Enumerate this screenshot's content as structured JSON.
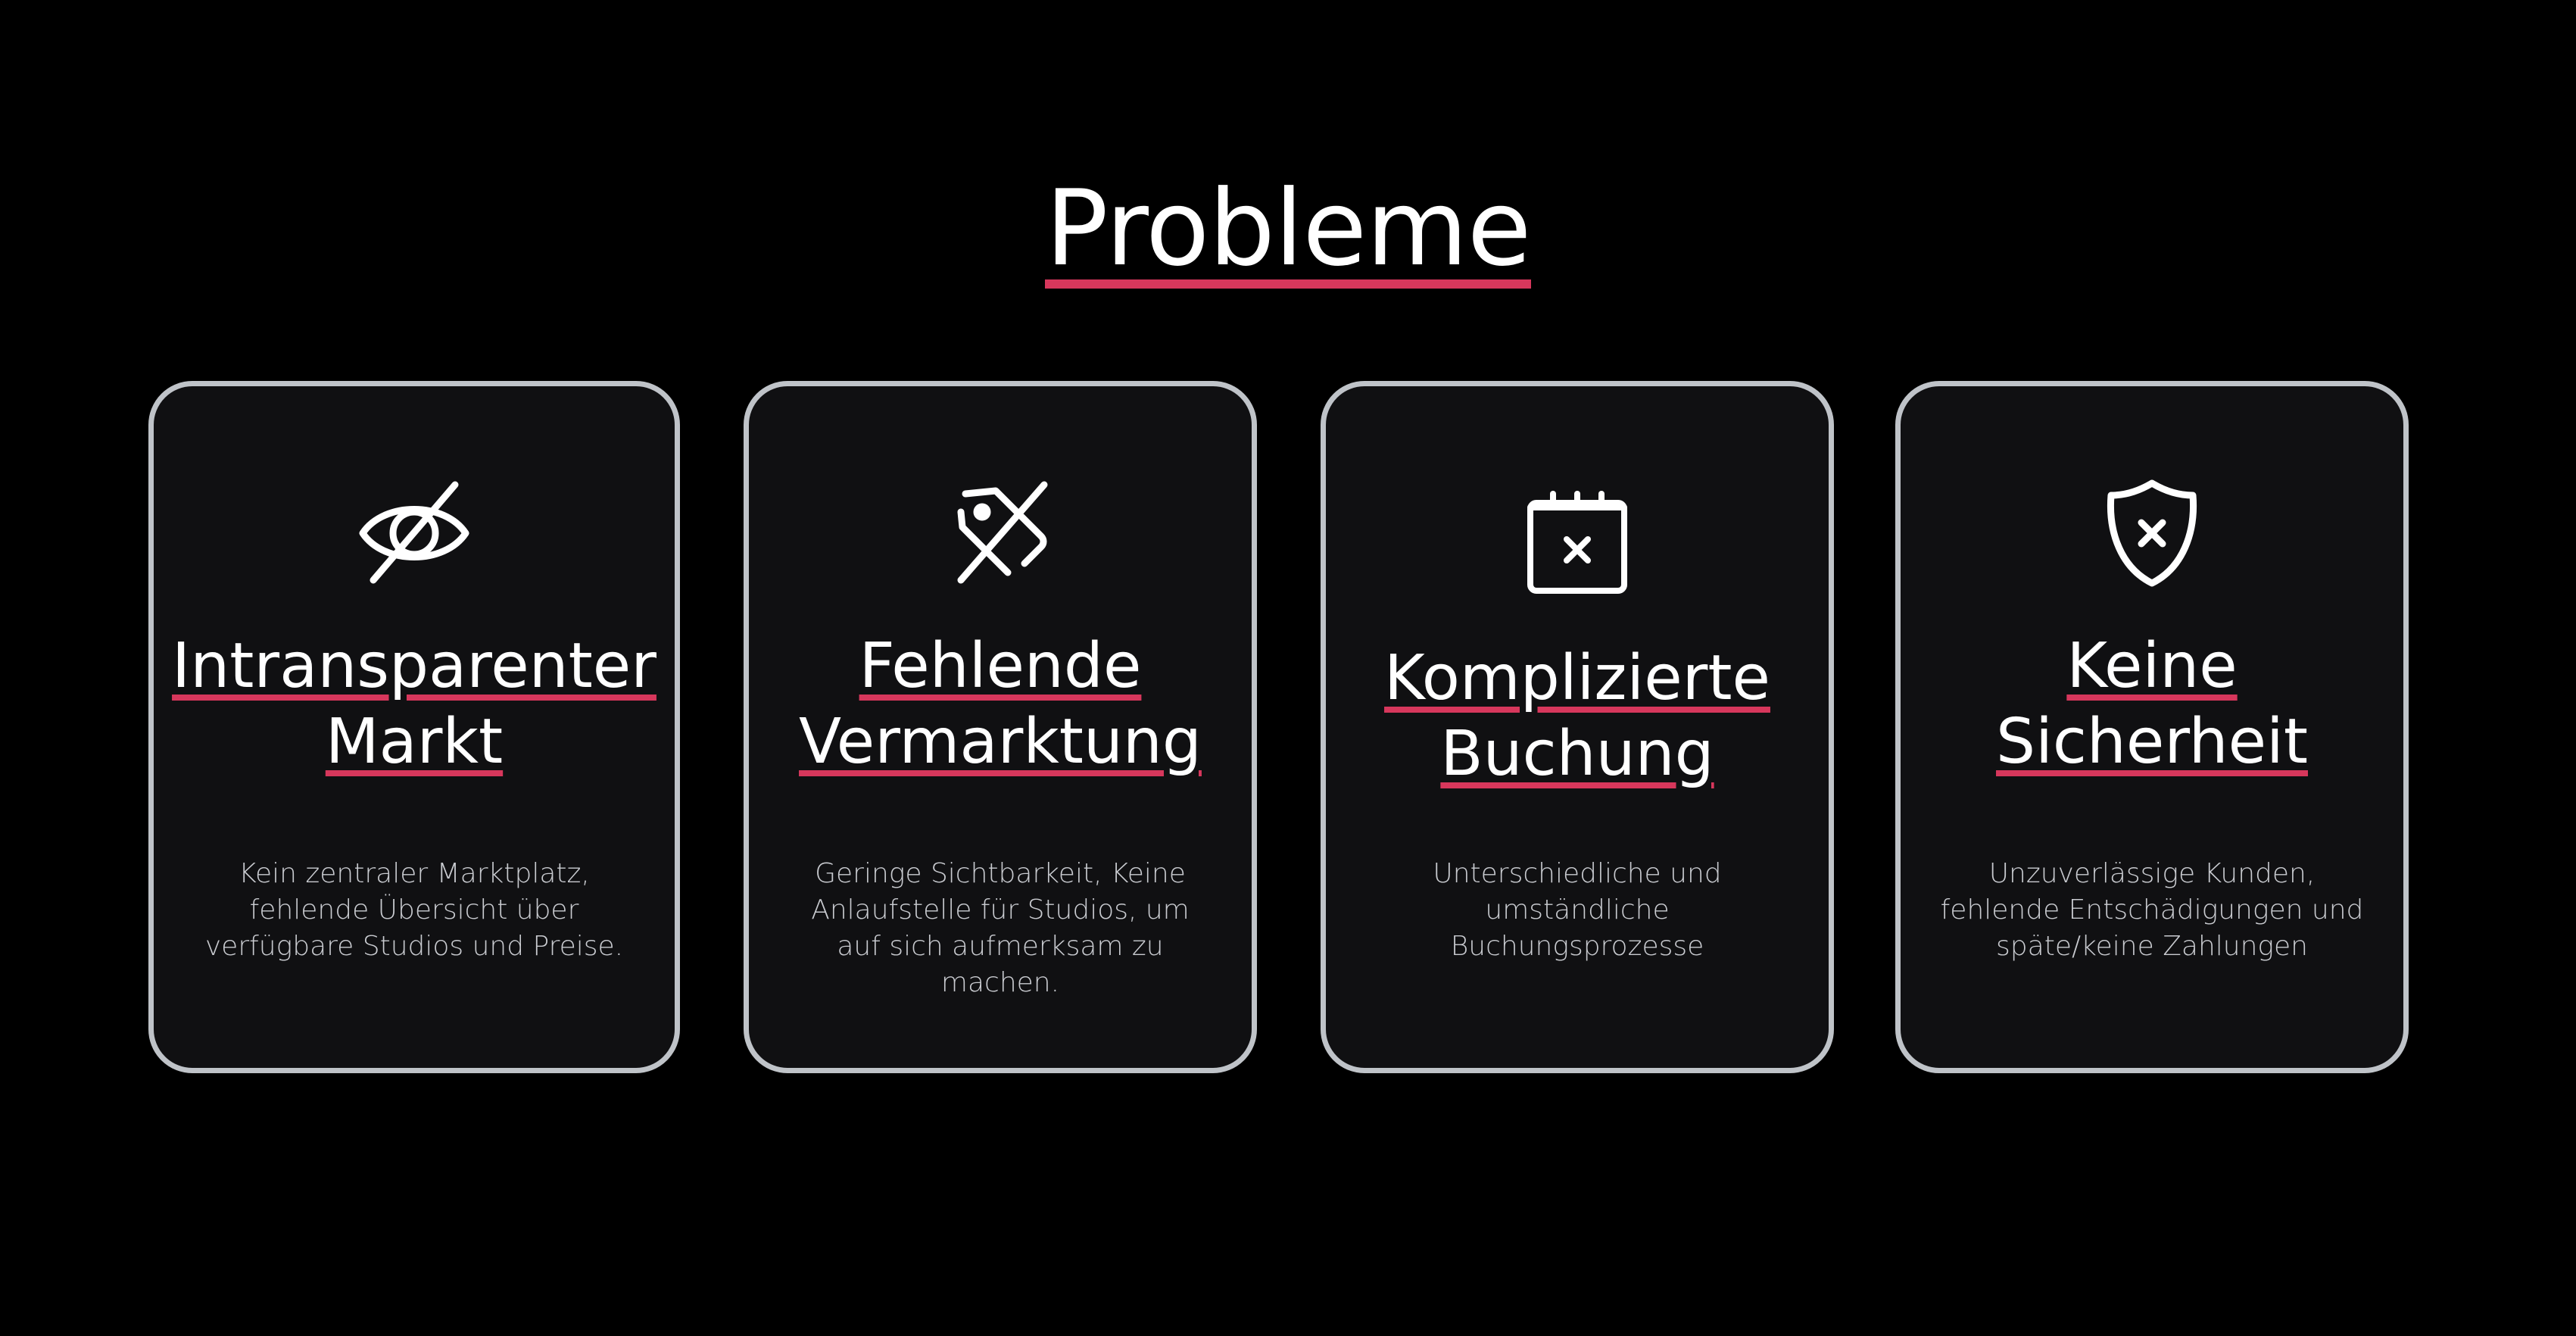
{
  "title": "Probleme",
  "colors": {
    "background": "#000000",
    "card_background": "#101012",
    "card_border": "#bfc3c8",
    "accent_underline": "#d7375c",
    "text": "#ffffff",
    "muted_text": "#c9cbd0"
  },
  "cards": [
    {
      "icon": "eye-off-icon",
      "title_line1": "Intransparenter",
      "title_line2": "Markt",
      "text": "Kein zentraler Marktplatz, fehlende Übersicht über verfügbare Studios und Preise."
    },
    {
      "icon": "tag-off-icon",
      "title_line1": "Fehlende",
      "title_line2": "Vermarktung",
      "text": "Geringe Sichtbarkeit, Keine Anlaufstelle für Studios, um auf sich aufmerksam zu machen."
    },
    {
      "icon": "calendar-x-icon",
      "title_line1": "Komplizierte",
      "title_line2": "Buchung",
      "text": "Unterschiedliche und umständliche Buchungsprozesse"
    },
    {
      "icon": "shield-x-icon",
      "title_line1": "Keine",
      "title_line2": "Sicherheit",
      "text": "Unzuverlässige Kunden, fehlende Entschädigungen und späte/keine Zahlungen"
    }
  ]
}
